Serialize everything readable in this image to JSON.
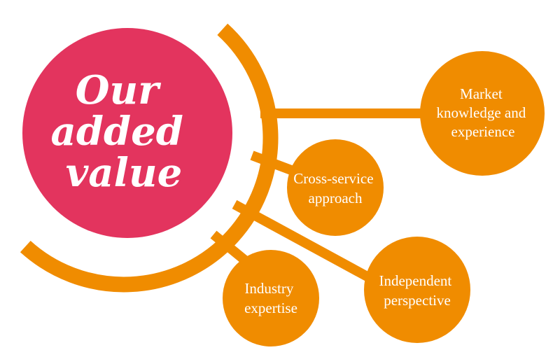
{
  "title": {
    "lines": [
      "Our",
      "added",
      "value"
    ]
  },
  "nodes": {
    "market": {
      "lines": [
        "Market",
        "knowledge and",
        "experience"
      ]
    },
    "cross_service": {
      "lines": [
        "Cross-service",
        "approach"
      ]
    },
    "independent": {
      "lines": [
        "Independent",
        "perspective"
      ]
    },
    "industry": {
      "lines": [
        "Industry",
        "expertise"
      ]
    }
  },
  "colors": {
    "primary_circle": "#e3345e",
    "accent": "#f08c00"
  }
}
